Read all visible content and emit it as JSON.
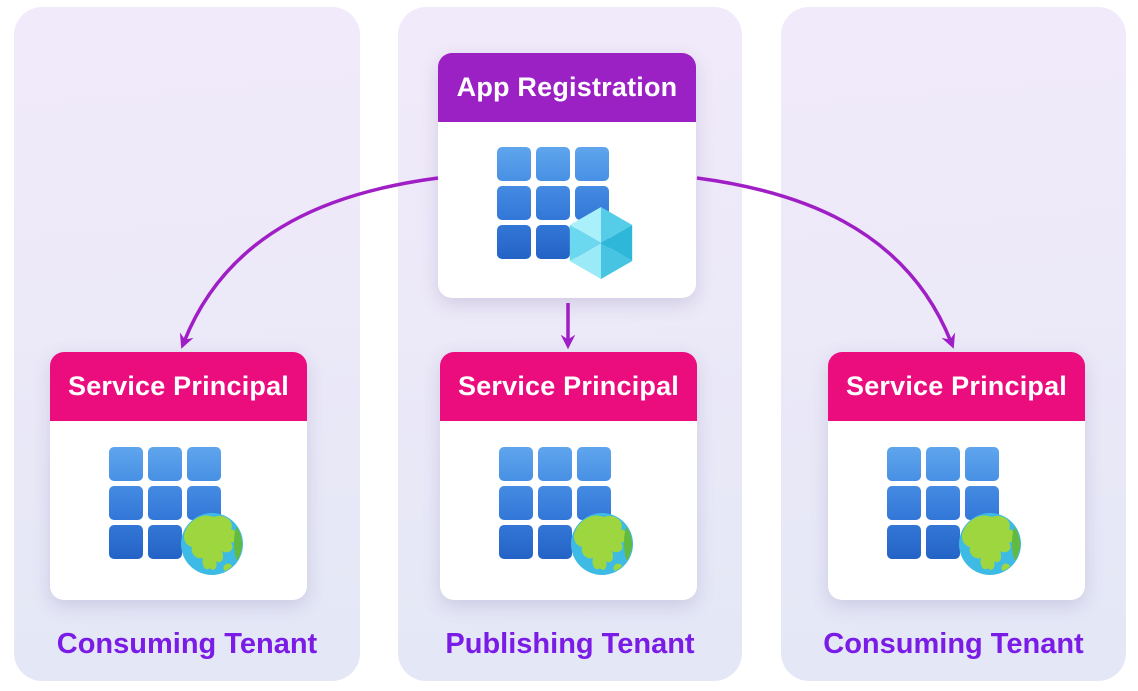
{
  "diagram": {
    "app_registration": {
      "title": "App Registration",
      "icon": "grid-cube-icon"
    },
    "panels": [
      {
        "label": "Consuming Tenant",
        "service_principal": {
          "title": "Service Principal",
          "icon": "grid-globe-icon"
        }
      },
      {
        "label": "Publishing Tenant",
        "service_principal": {
          "title": "Service Principal",
          "icon": "grid-globe-icon"
        }
      },
      {
        "label": "Consuming Tenant",
        "service_principal": {
          "title": "Service Principal",
          "icon": "grid-globe-icon"
        }
      }
    ],
    "arrows": [
      {
        "from": "app-registration",
        "to": "service-principal-consuming-left"
      },
      {
        "from": "app-registration",
        "to": "service-principal-publishing"
      },
      {
        "from": "app-registration",
        "to": "service-principal-consuming-right"
      }
    ],
    "colors": {
      "app_header": "#9b21c4",
      "sp_header": "#eb0d7e",
      "arrow": "#a01ec5",
      "tenant_label_text": "#7a1be6",
      "panel_gradient_top": "#f1eafa",
      "panel_gradient_bottom": "#e3e7f6",
      "grid_blue_light": "#5fa5ed",
      "grid_blue_dark": "#2463c6",
      "cube_cyan_light": "#a9f0fa",
      "cube_cyan_dark": "#2eb7d9",
      "globe_ocean": "#3ebbe4",
      "globe_land": "#9ed63f"
    }
  }
}
